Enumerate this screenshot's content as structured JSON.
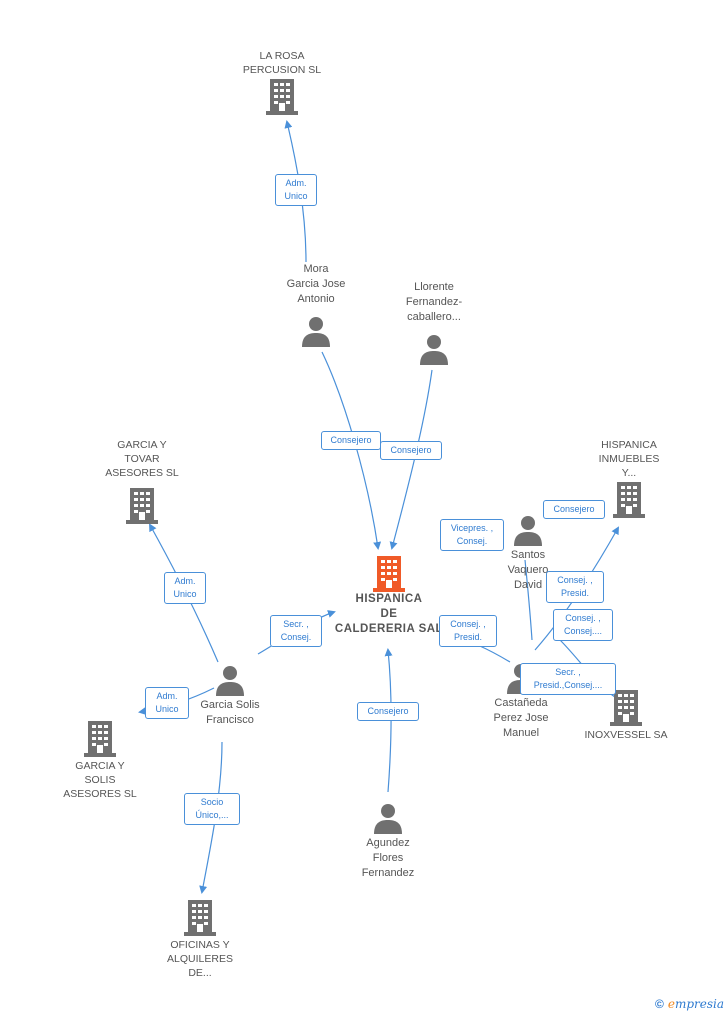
{
  "colors": {
    "edge": "#4a90d9",
    "icon": "#707070",
    "main_icon": "#f05a28",
    "role_text": "#2f7bd0"
  },
  "nodes": {
    "la_rosa": {
      "label": "LA ROSA\nPERCUSION SL",
      "kind": "company"
    },
    "mora": {
      "label": "Mora\nGarcia Jose\nAntonio",
      "kind": "person"
    },
    "llorente": {
      "label": "Llorente\nFernandez-\ncaballero...",
      "kind": "person"
    },
    "garcia_tovar": {
      "label": "GARCIA Y\nTOVAR\nASESORES SL",
      "kind": "company"
    },
    "hispanica_main": {
      "label": "HISPANICA\nDE\nCALDERERIA SAL",
      "kind": "main-company"
    },
    "hispanica_inm": {
      "label": "HISPANICA\nINMUEBLES\nY...",
      "kind": "company"
    },
    "santos": {
      "label": "Santos\nVaquero\nDavid",
      "kind": "person"
    },
    "garcia_solis_f": {
      "label": "Garcia Solis\nFrancisco",
      "kind": "person"
    },
    "garcia_solis_as": {
      "label": "GARCIA Y\nSOLIS\nASESORES SL",
      "kind": "company"
    },
    "castaneda": {
      "label": "Castañeda\nPerez Jose\nManuel",
      "kind": "person"
    },
    "inoxvessel": {
      "label": "INOXVESSEL SA",
      "kind": "company"
    },
    "agundez": {
      "label": "Agundez\nFlores\nFernandez",
      "kind": "person"
    },
    "oficinas": {
      "label": "OFICINAS Y\nALQUILERES\nDE...",
      "kind": "company"
    }
  },
  "roles": {
    "mora_larosa": "Adm.\nUnico",
    "mora_main": "Consejero",
    "llorente_main": "Consejero",
    "solis_tovar": "Adm.\nUnico",
    "solis_main": "Secr. ,\nConsej.",
    "solis_asesores": "Adm.\nUnico",
    "solis_oficinas": "Socio\nÚnico,...",
    "agundez_main": "Consejero",
    "santos_main": "Vicepres. ,\nConsej.",
    "inm_consejero": "Consejero",
    "castaneda_main": "Consej. ,\nPresid.",
    "castaneda_inm": "Consej. ,\nPresid.",
    "castaneda_consej": "Consej. ,\nConsej....",
    "castaneda_inox": "Secr. ,\nPresid.,Consej...."
  },
  "footer": {
    "copyright": "©",
    "brand_e": "e",
    "brand_rest": "mpresia"
  }
}
